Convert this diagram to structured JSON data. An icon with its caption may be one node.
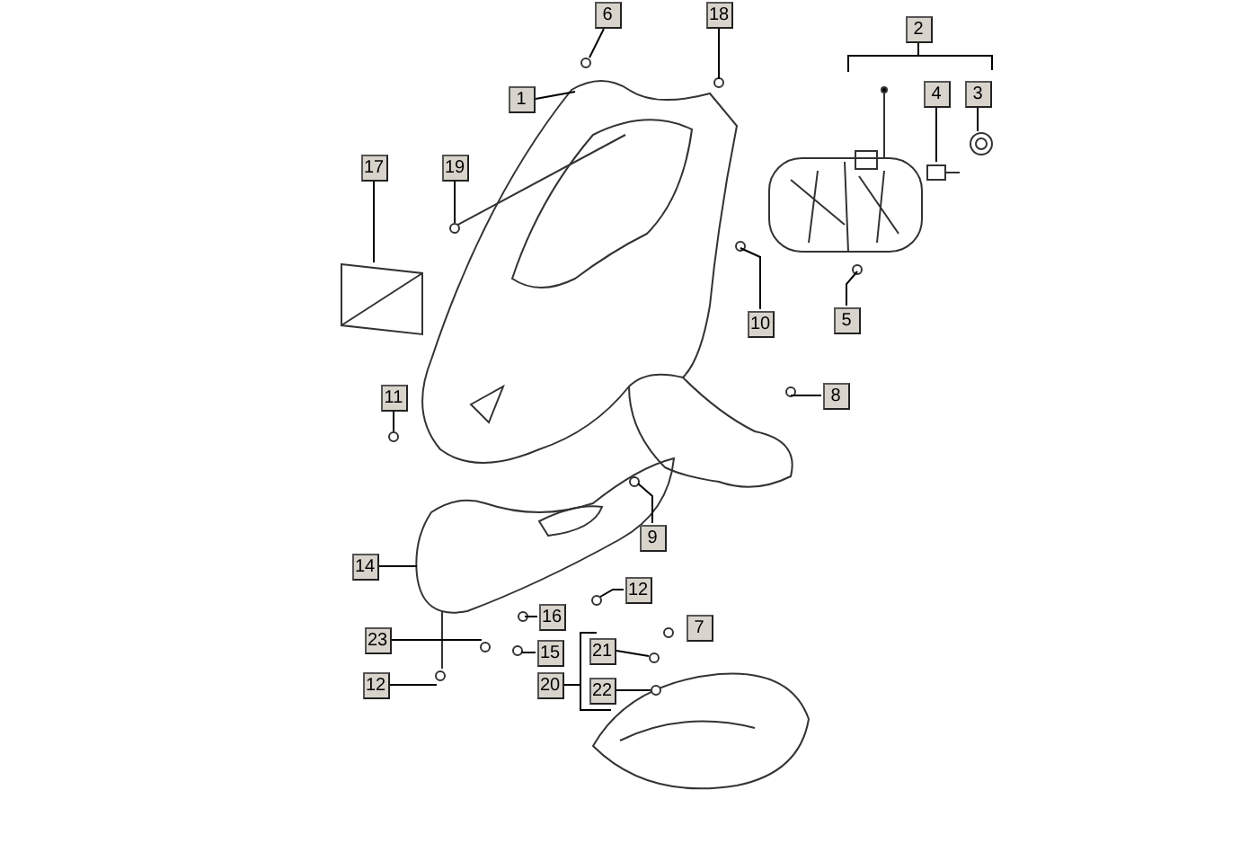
{
  "diagram": {
    "nodes": [
      {
        "text": [
          "6"
        ]
      },
      {
        "text": [
          "18"
        ]
      },
      {
        "text": [
          "1"
        ]
      },
      {
        "text": [
          "2"
        ]
      },
      {
        "text": [
          "4"
        ]
      },
      {
        "text": [
          "3"
        ]
      },
      {
        "text": [
          "17"
        ]
      },
      {
        "text": [
          "19"
        ]
      },
      {
        "text": [
          "10"
        ]
      },
      {
        "text": [
          "5"
        ]
      },
      {
        "text": [
          "11"
        ]
      },
      {
        "text": [
          "8"
        ]
      },
      {
        "text": [
          "9"
        ]
      },
      {
        "text": [
          "14"
        ]
      },
      {
        "text": [
          "12"
        ]
      },
      {
        "text": [
          "16"
        ]
      },
      {
        "text": [
          "7"
        ]
      },
      {
        "text": [
          "23"
        ]
      },
      {
        "text": [
          "15"
        ]
      },
      {
        "text": [
          "21"
        ]
      },
      {
        "text": [
          "20"
        ]
      },
      {
        "text": [
          "22"
        ]
      },
      {
        "text": [
          "12"
        ]
      }
    ],
    "edges": [
      {
        "from": 0,
        "to": null,
        "arrow": "none"
      },
      {
        "from": 1,
        "to": null,
        "arrow": "none"
      },
      {
        "from": 2,
        "to": null,
        "arrow": "none"
      },
      {
        "from": 4,
        "to": null,
        "arrow": "none"
      },
      {
        "from": 5,
        "to": null,
        "arrow": "none"
      },
      {
        "from": 6,
        "to": null,
        "arrow": "none"
      },
      {
        "from": 7,
        "to": null,
        "arrow": "none"
      },
      {
        "from": 8,
        "to": null,
        "arrow": "none"
      },
      {
        "from": 9,
        "to": null,
        "arrow": "none"
      },
      {
        "from": 10,
        "to": null,
        "arrow": "none"
      },
      {
        "from": 11,
        "to": null,
        "arrow": "none"
      },
      {
        "from": 12,
        "to": null,
        "arrow": "none"
      },
      {
        "from": 13,
        "to": null,
        "arrow": "none"
      },
      {
        "from": 14,
        "to": null,
        "arrow": "none"
      },
      {
        "from": 15,
        "to": null,
        "arrow": "none"
      },
      {
        "from": 17,
        "to": null,
        "arrow": "none"
      },
      {
        "from": 18,
        "to": null,
        "arrow": "none"
      },
      {
        "from": 19,
        "to": null,
        "arrow": "none"
      },
      {
        "from": 21,
        "to": null,
        "arrow": "none"
      },
      {
        "from": 22,
        "to": null,
        "arrow": "none"
      }
    ]
  }
}
